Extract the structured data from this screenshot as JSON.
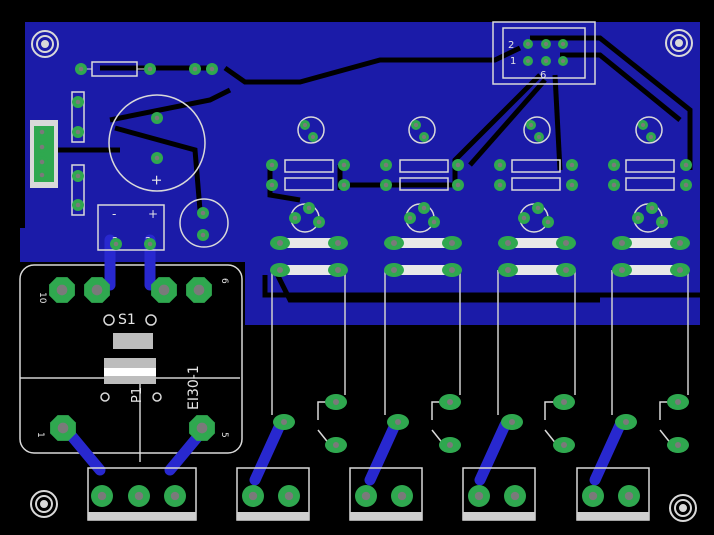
{
  "board": {
    "colors": {
      "background": "#000000",
      "copper_fill": "#1a1aa8",
      "trace": "#000000",
      "bottom_trace": "#2b2bd6",
      "pad": "#2fa84f",
      "drill": "#7a7a7a",
      "silkscreen": "#d9d9d9"
    }
  },
  "labels": {
    "connector_pin2": "2",
    "connector_pin1": "1",
    "connector_pin6": "6",
    "transformer_name": "EI30-1",
    "transformer_pin10": "10",
    "transformer_pin6": "6",
    "transformer_pin1": "1",
    "transformer_pin5": "5",
    "switch_label": "S1",
    "fuse_label": "P1",
    "cap_plus": "+",
    "cap_minus": "-",
    "reg_minus": "-",
    "reg_plus": "+",
    "reg_pin_a": "2",
    "reg_pin_b": "2"
  }
}
